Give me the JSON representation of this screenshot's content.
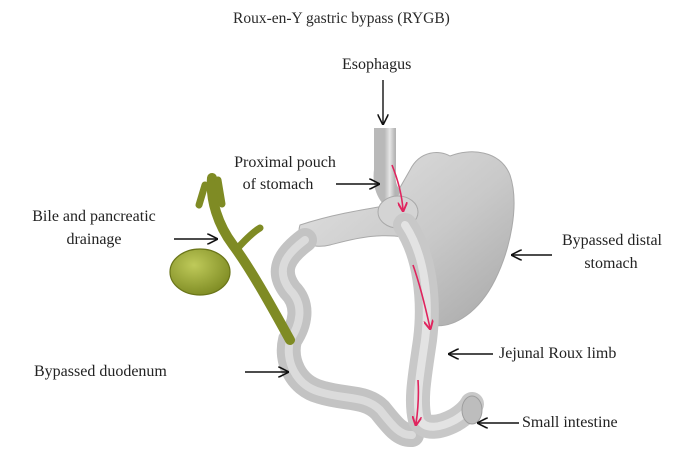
{
  "diagram": {
    "title": "Roux-en-Y gastric bypass (RYGB)",
    "labels": {
      "esophagus": "Esophagus",
      "proximal_pouch_line1": "Proximal pouch",
      "proximal_pouch_line2": "of stomach",
      "bile_line1": "Bile and pancreatic",
      "bile_line2": "drainage",
      "bypassed_distal_line1": "Bypassed distal",
      "bypassed_distal_line2": "stomach",
      "jejunal_roux_limb": "Jejunal Roux limb",
      "bypassed_duodenum": "Bypassed duodenum",
      "small_intestine": "Small intestine"
    },
    "colors": {
      "organ_gray": "#c8c8c8",
      "organ_outline": "#a9a9a9",
      "gallbladder_green": "#8f9a2e",
      "food_path_arrow": "#e0245e",
      "leader_arrow": "#111111"
    }
  }
}
